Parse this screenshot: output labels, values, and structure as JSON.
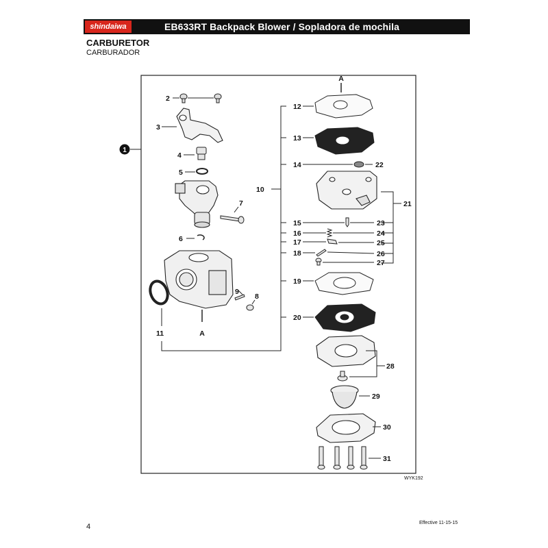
{
  "header": {
    "brand": "shindaiwa",
    "title": "EB633RT Backpack Blower / Sopladora de mochila"
  },
  "section": {
    "title": "CARBURETOR",
    "subtitle": "CARBURADOR"
  },
  "diagram": {
    "assembly_number": "1",
    "reference_letter": "A",
    "callouts": [
      "2",
      "3",
      "4",
      "5",
      "6",
      "7",
      "8",
      "9",
      "10",
      "11",
      "12",
      "13",
      "14",
      "15",
      "16",
      "17",
      "18",
      "19",
      "20",
      "21",
      "22",
      "23",
      "24",
      "25",
      "26",
      "27",
      "28",
      "29",
      "30",
      "31"
    ],
    "code": "WYK192"
  },
  "footer": {
    "page": "4",
    "effective": "Effective 11-15-15"
  }
}
